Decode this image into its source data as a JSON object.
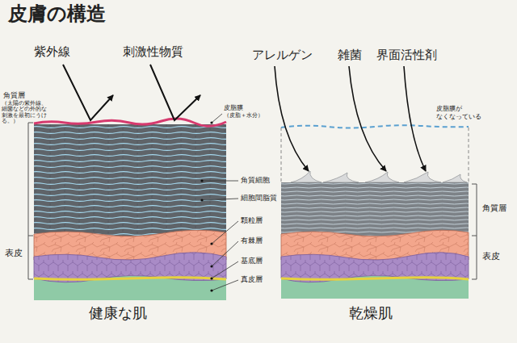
{
  "diagram": {
    "title": "皮膚の構造",
    "labels": [
      "紫外線",
      "刺激性物質",
      "アレルゲン",
      "雑菌",
      "界面活性剤",
      "角質層",
      "（太陽の紫外線、細菌などの外的な刺激を最初にうける。）",
      "表皮",
      "皮脂膜",
      "（皮脂＋水分）",
      "角質細胞",
      "細胞間脂質",
      "顆粒層",
      "有棘層",
      "基底層",
      "真皮層",
      "皮脂膜が",
      "なくなっている",
      "角質層",
      "表皮",
      "健康な肌",
      "乾燥肌"
    ]
  }
}
